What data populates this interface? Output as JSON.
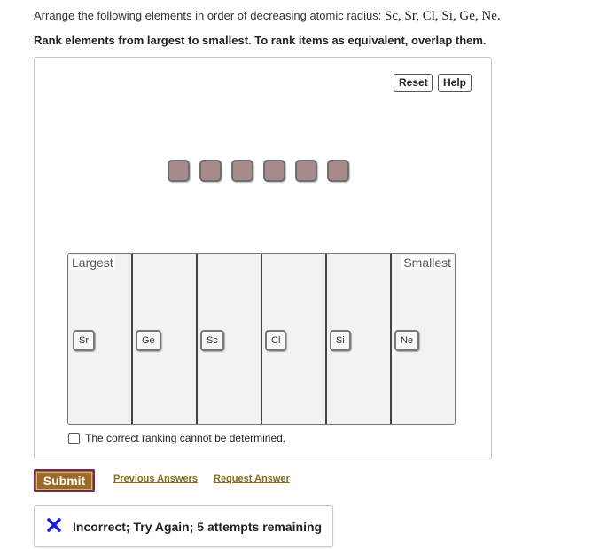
{
  "question": {
    "prefix": "Arrange the following elements in order of decreasing atomic radius:",
    "elements": "Sc, Sr, Cl, Si, Ge, Ne."
  },
  "instruction": "Rank elements from largest to smallest. To rank items as equivalent, overlap them.",
  "buttons": {
    "reset": "Reset",
    "help": "Help"
  },
  "tile_count": 6,
  "ranking": {
    "largest_label": "Largest",
    "smallest_label": "Smallest",
    "items": [
      "Sr",
      "Ge",
      "Sc",
      "Cl",
      "Si",
      "Ne"
    ]
  },
  "cannot_determine": {
    "label": "The correct ranking cannot be determined.",
    "checked": false
  },
  "actions": {
    "submit": "Submit",
    "previous_answers": "Previous Answers",
    "request_answer": "Request Answer"
  },
  "feedback": {
    "icon": "x-icon",
    "text": "Incorrect; Try Again; 5 attempts remaining"
  },
  "colors": {
    "tile": "#a78b8b",
    "submit_bg": "#9b6a2a",
    "submit_border": "#6b2a5a",
    "link": "#8a6a1a",
    "feedback_icon": "#1a1adb"
  }
}
